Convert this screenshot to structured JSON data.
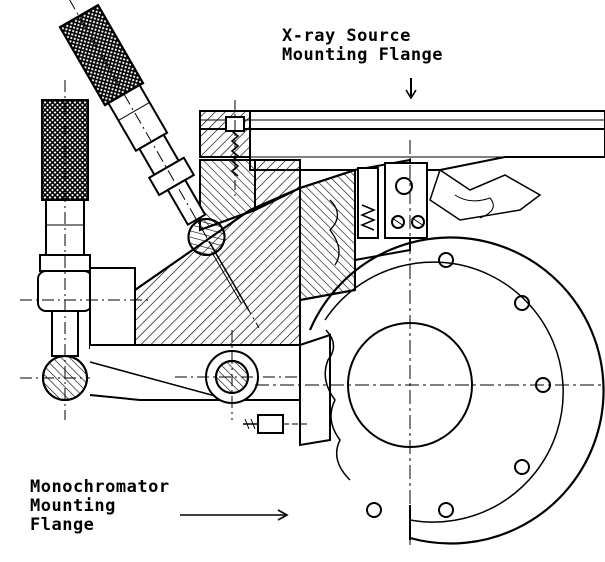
{
  "labels": {
    "xray_source_line1": "X-ray Source",
    "xray_source_line2": "Mounting Flange",
    "monochromator_line1": "Monochromator",
    "monochromator_line2": "Mounting",
    "monochromator_line3": "Flange"
  },
  "colors": {
    "ink": "#000000",
    "paper": "#ffffff"
  }
}
